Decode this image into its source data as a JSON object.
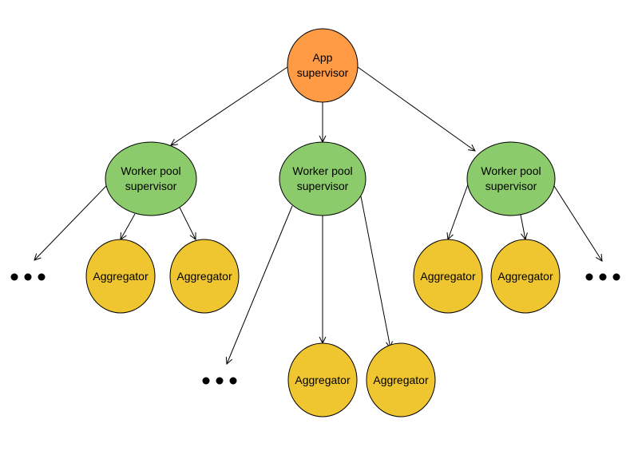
{
  "colors": {
    "root_fill": "#FF9A45",
    "pool_fill": "#8CCB6C",
    "aggregator_fill": "#F0C630",
    "stroke": "#000000",
    "text": "#000000"
  },
  "nodes": {
    "app_supervisor": {
      "lines": [
        "App",
        "supervisor"
      ]
    },
    "pool_left": {
      "lines": [
        "Worker pool",
        "supervisor"
      ]
    },
    "pool_center": {
      "lines": [
        "Worker pool",
        "supervisor"
      ]
    },
    "pool_right": {
      "lines": [
        "Worker pool",
        "supervisor"
      ]
    },
    "agg_left_1": {
      "label": "Aggregator"
    },
    "agg_left_2": {
      "label": "Aggregator"
    },
    "agg_center_1": {
      "label": "Aggregator"
    },
    "agg_center_2": {
      "label": "Aggregator"
    },
    "agg_right_1": {
      "label": "Aggregator"
    },
    "agg_right_2": {
      "label": "Aggregator"
    }
  },
  "edges": [
    [
      "app_supervisor",
      "pool_left"
    ],
    [
      "app_supervisor",
      "pool_center"
    ],
    [
      "app_supervisor",
      "pool_right"
    ],
    [
      "pool_left",
      "more_left"
    ],
    [
      "pool_left",
      "agg_left_1"
    ],
    [
      "pool_left",
      "agg_left_2"
    ],
    [
      "pool_center",
      "more_center"
    ],
    [
      "pool_center",
      "agg_center_1"
    ],
    [
      "pool_center",
      "agg_center_2"
    ],
    [
      "pool_right",
      "agg_right_1"
    ],
    [
      "pool_right",
      "agg_right_2"
    ],
    [
      "pool_right",
      "more_right"
    ]
  ]
}
